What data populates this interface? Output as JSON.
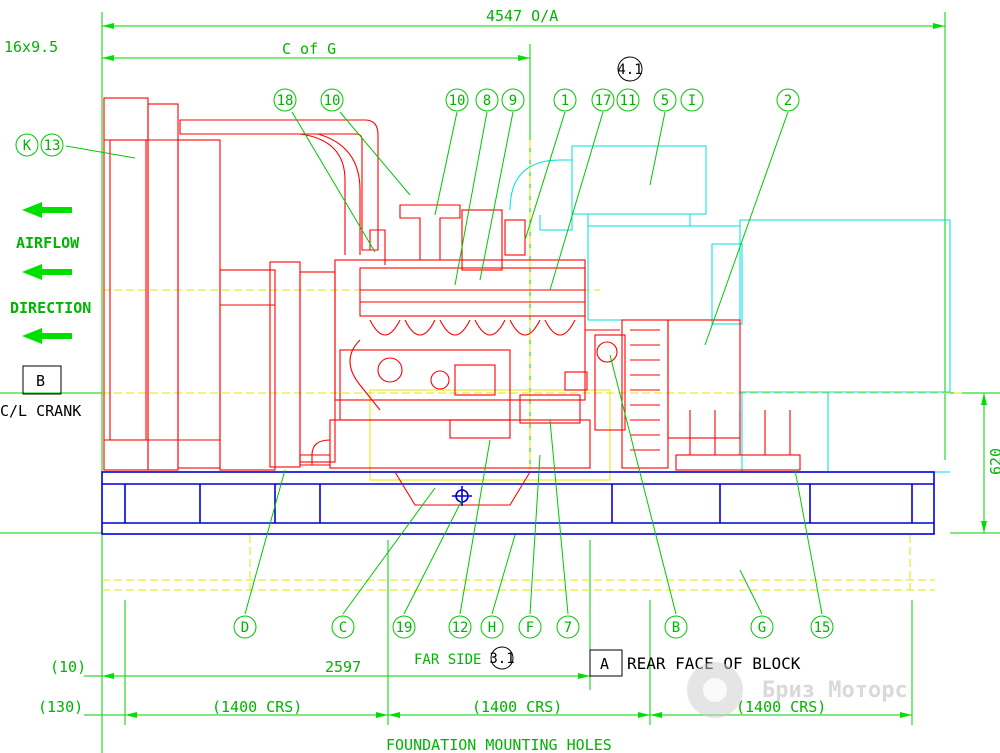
{
  "scale_label": "16x9.5",
  "dims": {
    "overall": "4547 O/A",
    "cog": "C of G",
    "height_620": "620",
    "length_2597": "2597",
    "offset_10": "(10)",
    "offset_130": "(130)",
    "crs": [
      "(1400 CRS)",
      "(1400 CRS)",
      "(1400 CRS)"
    ],
    "foundation": "FOUNDATION MOUNTING HOLES"
  },
  "airflow": {
    "line1": "AIRFLOW",
    "line2": "DIRECTION"
  },
  "datum_b": {
    "letter": "B",
    "label": "C/L CRANK"
  },
  "datum_a": {
    "letter": "A",
    "label": "REAR FACE OF BLOCK"
  },
  "far_side": "FAR SIDE",
  "top_callouts": [
    "K",
    "13",
    "18",
    "10",
    "10",
    "8",
    "9",
    "1",
    "17",
    "11",
    "5",
    "I",
    "2",
    "4.1"
  ],
  "bottom_callouts": [
    "D",
    "C",
    "19",
    "12",
    "H",
    "F",
    "7",
    "B",
    "G",
    "15",
    "3.1"
  ],
  "watermark": "Бриз Моторс",
  "colors": {
    "engine": "#ff0000",
    "alternator": "#00dede",
    "baseframe": "#0000d8",
    "dimension": "#00d000",
    "centerline": "#e6e600"
  }
}
